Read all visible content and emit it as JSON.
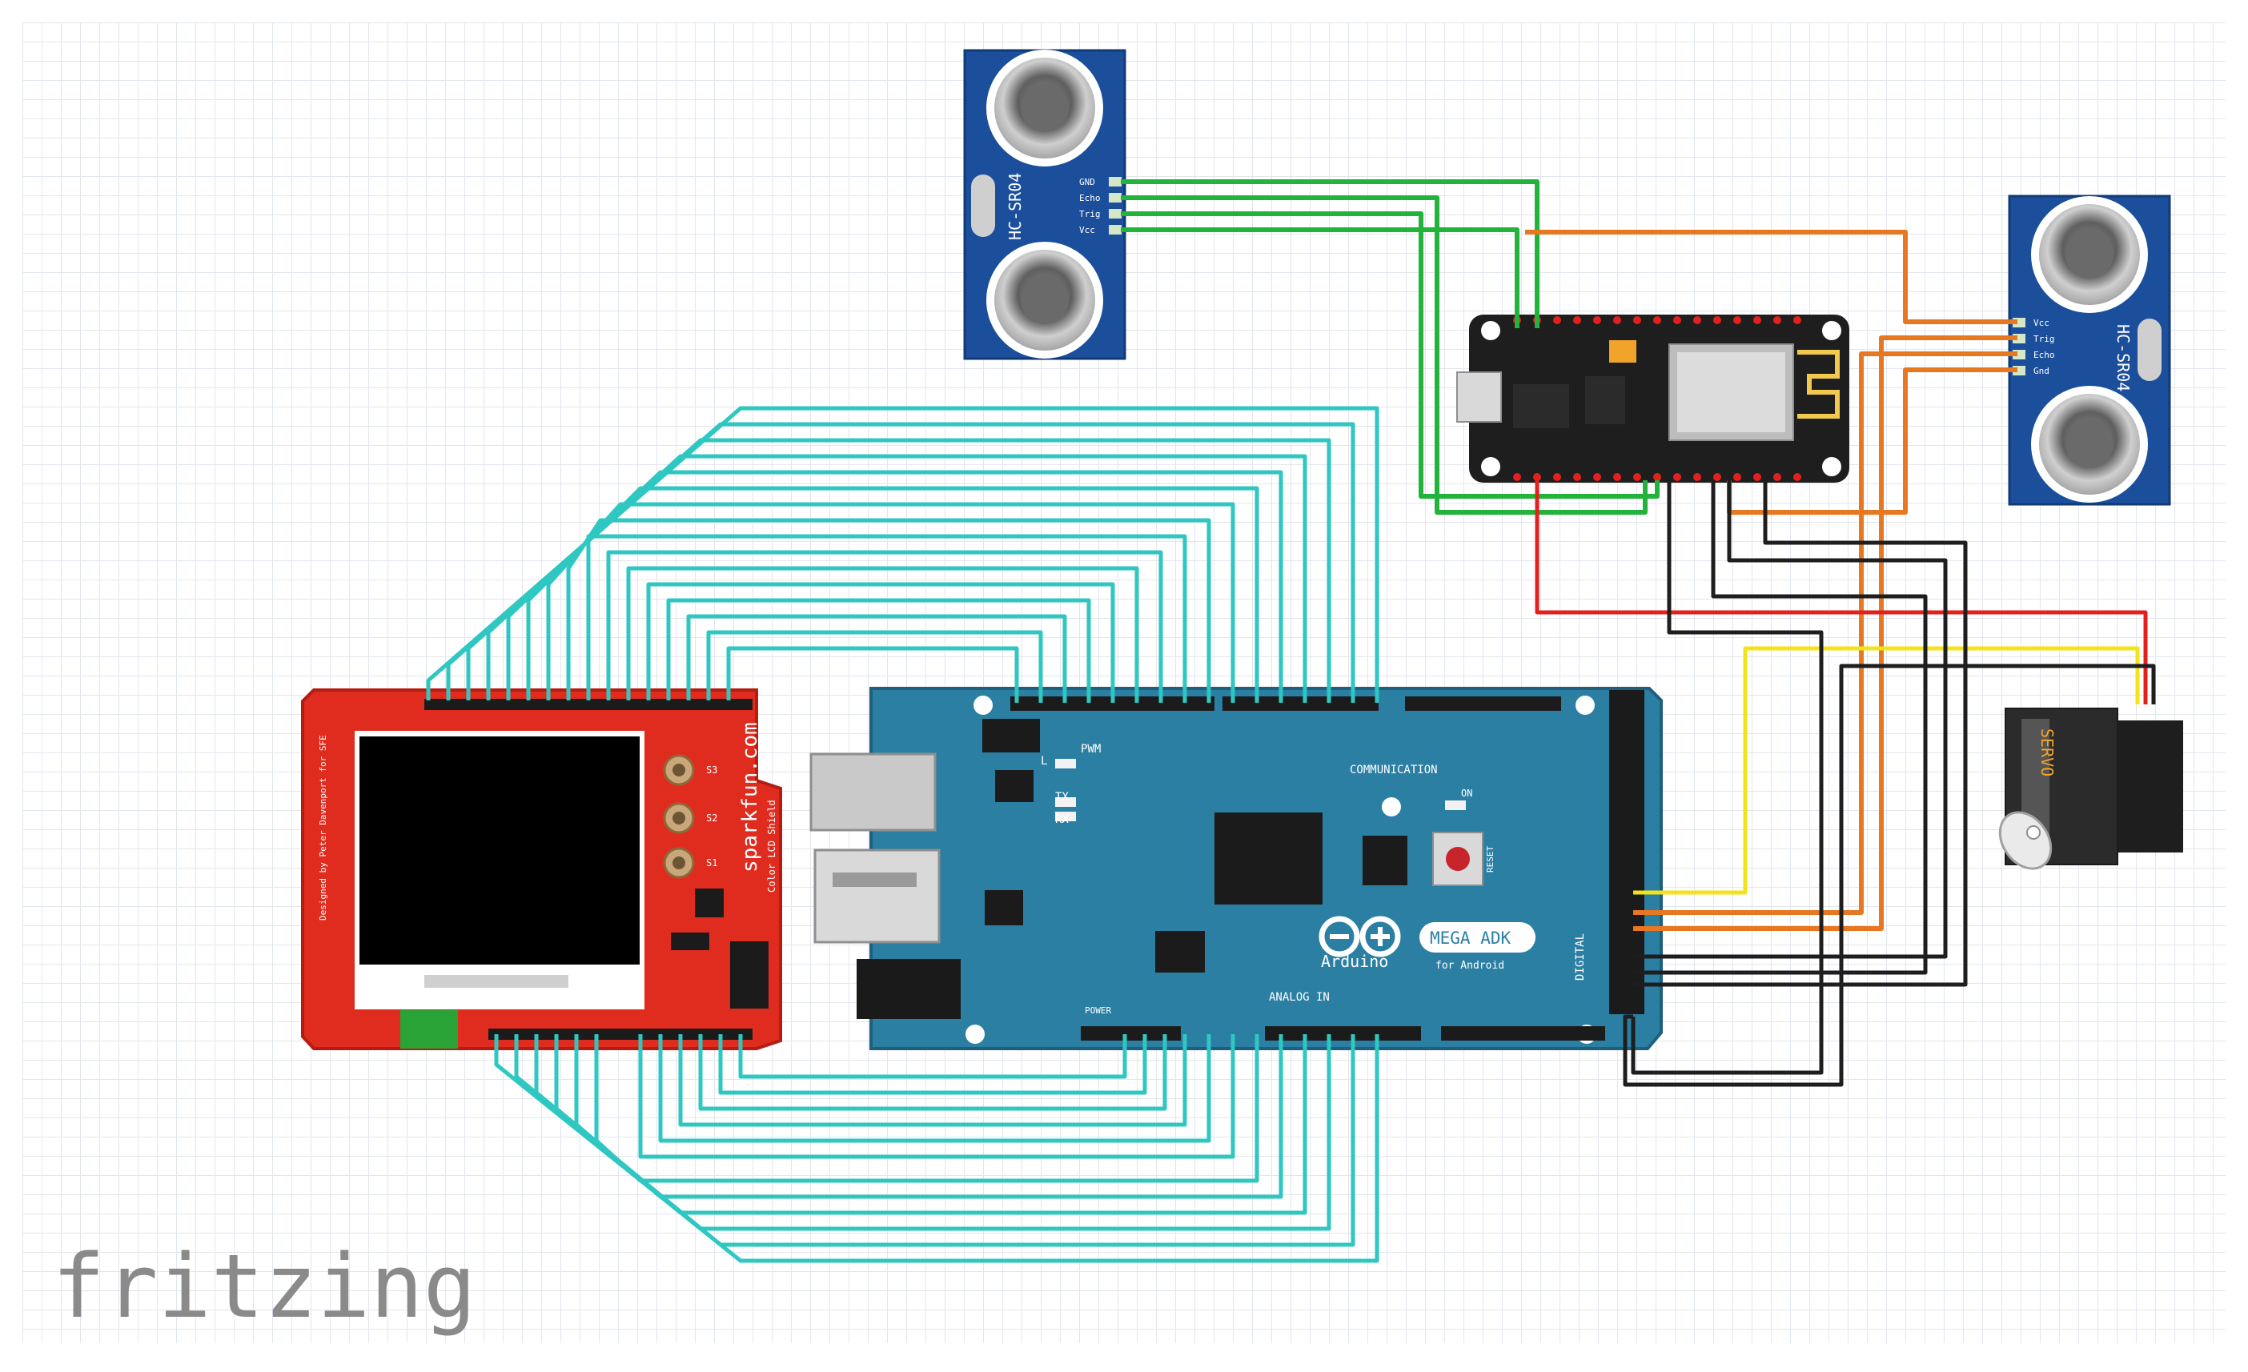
{
  "watermark": "fritzing",
  "components": {
    "sensor_left": {
      "model": "HC-SR04",
      "pins": [
        "GND",
        "Echo",
        "Trig",
        "Vcc"
      ]
    },
    "sensor_right": {
      "model": "HC-SR04",
      "pins": [
        "Vcc",
        "Trig",
        "Echo",
        "Gnd"
      ]
    },
    "lcd_shield": {
      "brand": "sparkfun.com",
      "product": "Color LCD Shield",
      "credit": "Designed by Peter Davenport for SFE",
      "buttons": [
        "S1",
        "S2",
        "S3"
      ]
    },
    "arduino": {
      "logo": "Arduino",
      "badge": "MEGA ADK",
      "badge_sub": "for Android",
      "labels": {
        "pwm": "PWM",
        "communication": "COMMUNICATION",
        "analog_in": "ANALOG IN",
        "digital": "DIGITAL",
        "tx": "TX",
        "rx": "RX",
        "on": "ON",
        "l": "L",
        "reset": "RESET",
        "power": "POWER"
      }
    },
    "servo": {
      "label": "SERVO"
    }
  },
  "colors": {
    "cyan_wire": "#2ec7c2",
    "green_wire": "#22b33a",
    "orange_wire": "#e87722",
    "red_wire": "#e3211c",
    "yellow_wire": "#f2e31a",
    "black_wire": "#1e1e1e",
    "arduino_board": "#2b7fa3",
    "lcd_board": "#e02c1f",
    "sensor_board": "#1b4f9c",
    "esp_board": "#1e1e1e"
  }
}
